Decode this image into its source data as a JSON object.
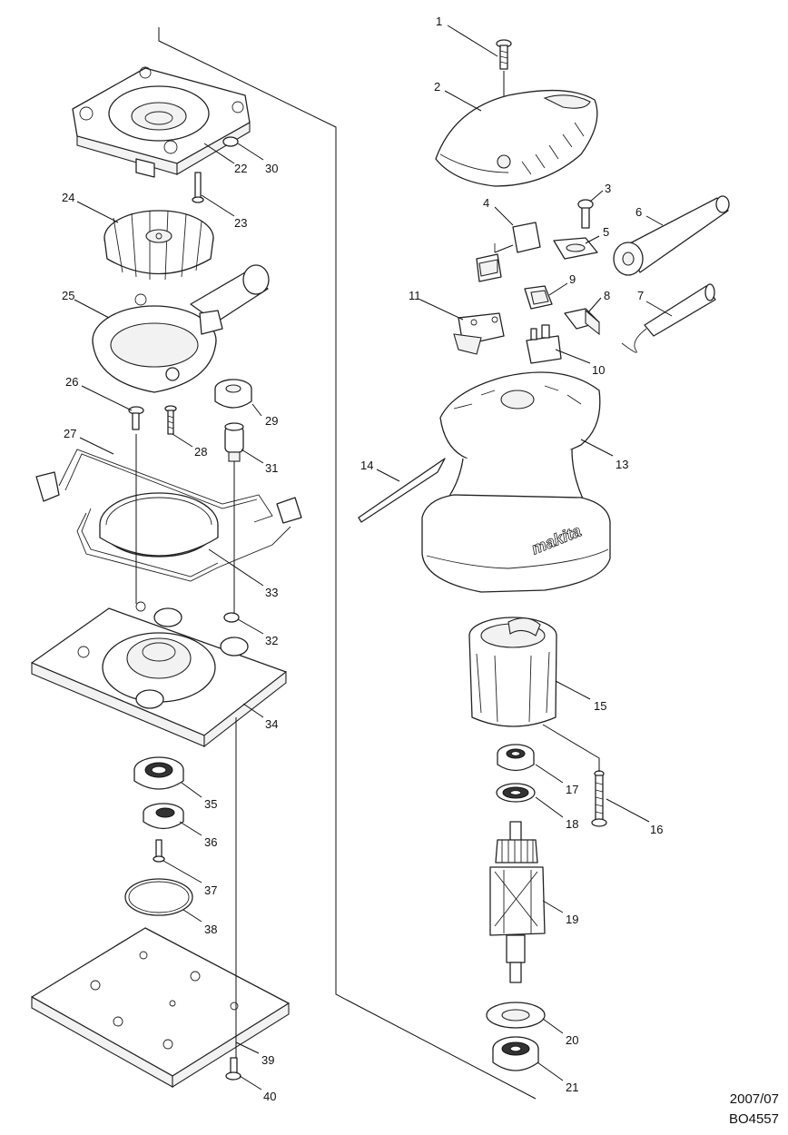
{
  "diagram": {
    "part_numbers": [
      "1",
      "2",
      "3",
      "4",
      "5",
      "6",
      "7",
      "8",
      "9",
      "10",
      "11",
      "13",
      "14",
      "15",
      "16",
      "17",
      "18",
      "19",
      "20",
      "21",
      "22",
      "23",
      "24",
      "25",
      "26",
      "27",
      "28",
      "29",
      "30",
      "31",
      "32",
      "33",
      "34",
      "35",
      "36",
      "37",
      "38",
      "39",
      "40"
    ],
    "brand_mark": "makita"
  },
  "footer": {
    "date": "2007/07",
    "code": "BO4557"
  }
}
